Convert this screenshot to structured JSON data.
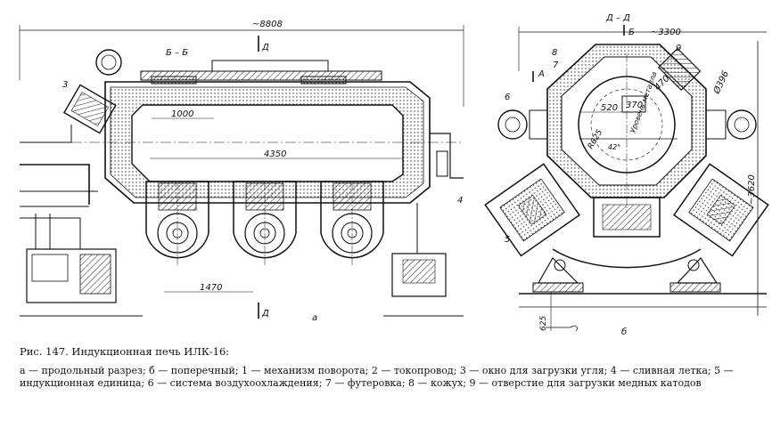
{
  "figure": {
    "dims": {
      "overall_length": "~8808",
      "body_length": "4350",
      "window_width": "1000",
      "unit_pitch": "1470",
      "overall_width": "~3300",
      "overall_height": "~3620",
      "diag_a": "470",
      "diag_b": "Ø396",
      "hole_offset": "520",
      "window_size": "370",
      "radius": "R625",
      "angle": "42°",
      "level": "Уровень металла",
      "base_height": "625"
    },
    "sections": {
      "bb": "Б – Б",
      "dd": "Д – Д",
      "d_mark": "Д",
      "b_mark": "Б",
      "a_mark": "А"
    },
    "callouts": [
      "3",
      "4",
      "5",
      "6",
      "7",
      "8",
      "9"
    ],
    "sublabels": {
      "a": "а",
      "b": "б"
    }
  },
  "caption": {
    "title": "Рис. 147. Индукционная печь ИЛК-16:",
    "legend": "а — продольный разрез; б — поперечный; 1 — механизм поворота; 2 — токопровод; 3 — окно для загрузки угля; 4 — сливная летка; 5 — индукционная единица; 6 — система воздухоохлаждения; 7 — футеровка; 8 — кожух; 9 — отверстие для загрузки медных катодов"
  }
}
